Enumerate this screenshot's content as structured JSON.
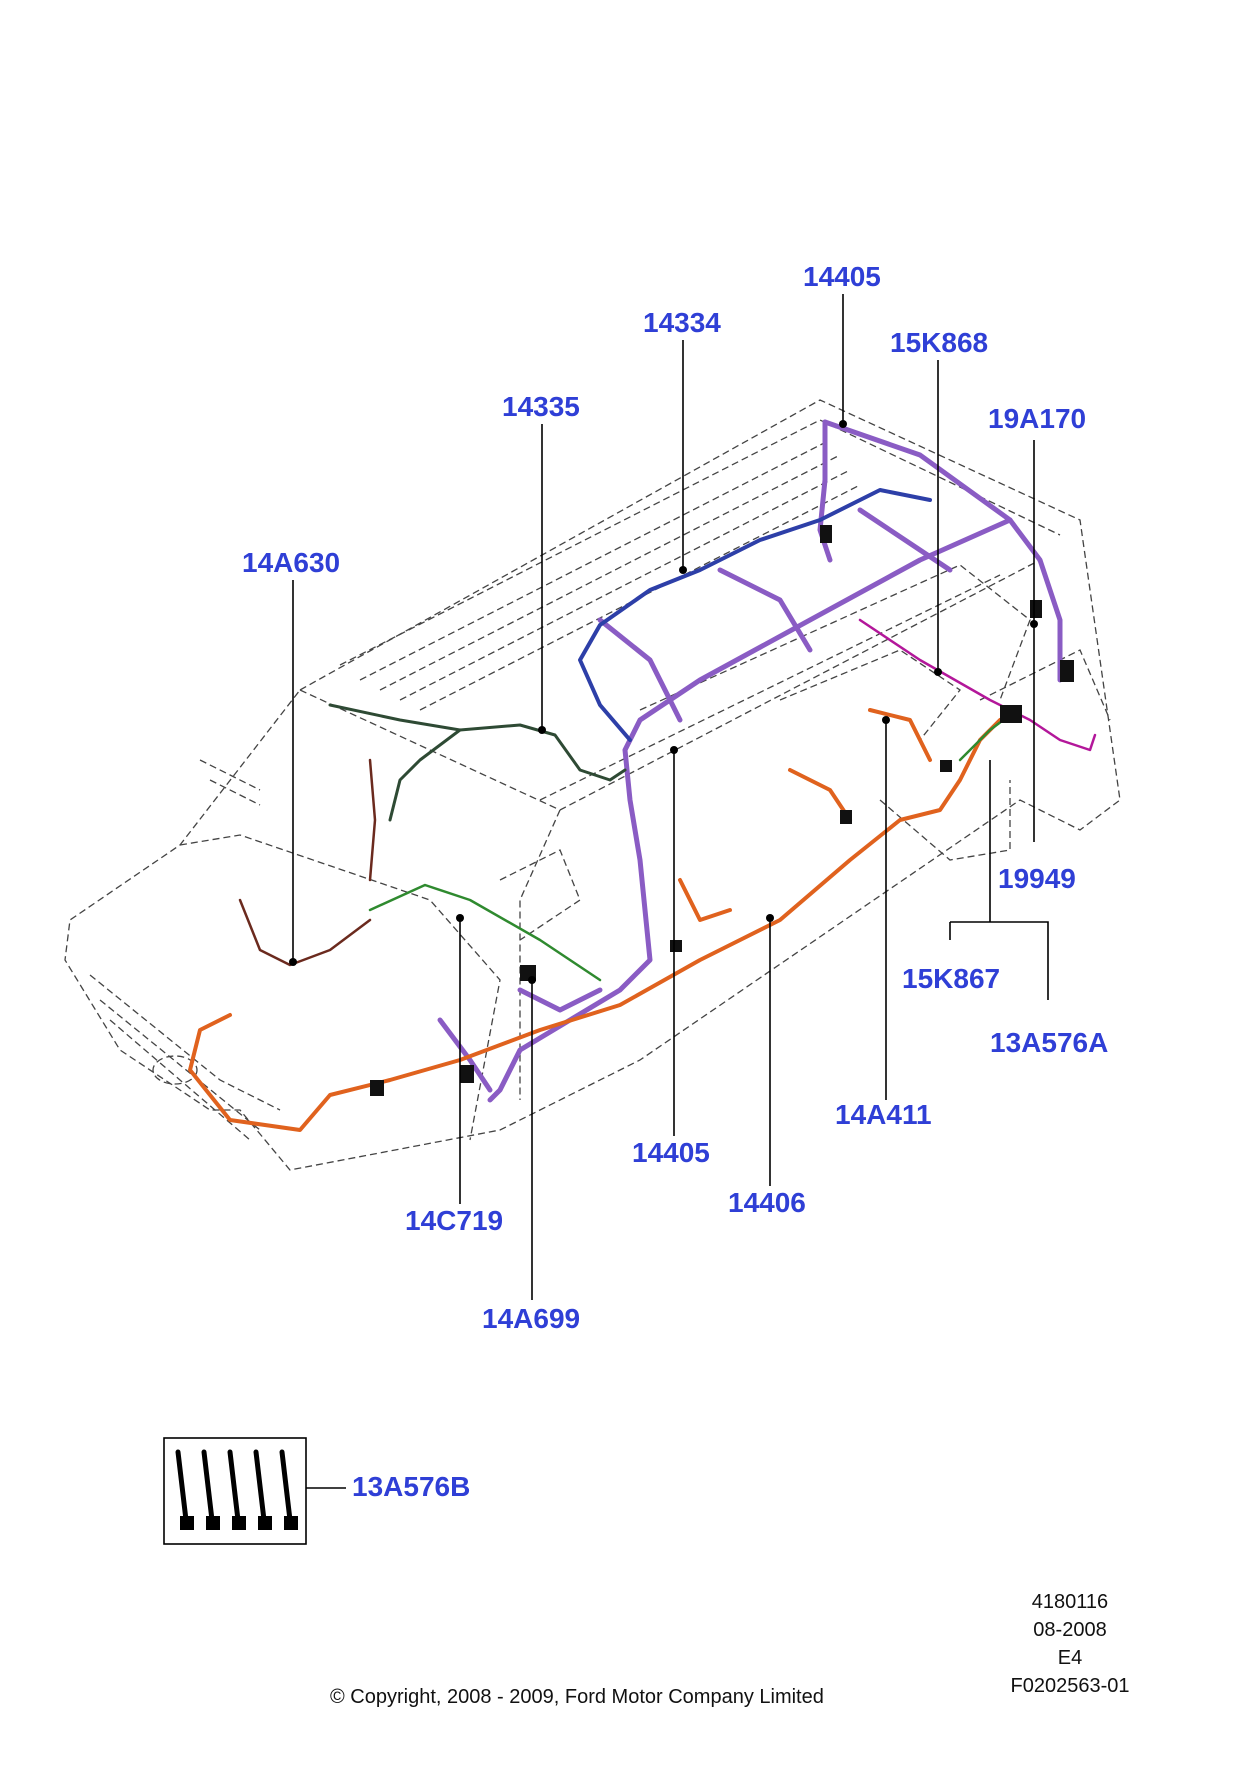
{
  "callouts": {
    "c14405_top": "14405",
    "c14334": "14334",
    "c15K868": "15K868",
    "c14335": "14335",
    "c19A170": "19A170",
    "c14A630": "14A630",
    "c19949": "19949",
    "c15K867": "15K867",
    "c13A576A": "13A576A",
    "c14A411": "14A411",
    "c14405_bottom": "14405",
    "c14406": "14406",
    "c14C719": "14C719",
    "c14A699": "14A699",
    "c13A576B": "13A576B"
  },
  "footer": {
    "ref_number": "4180116",
    "date": "08-2008",
    "code": "E4",
    "figure_id": "F0202563-01",
    "copyright": "© Copyright, 2008 - 2009, Ford Motor Company Limited"
  },
  "colors": {
    "callout_text": "#2f3fd6",
    "harness_purple": "#8a5cc4",
    "harness_blue": "#2d3fa8",
    "harness_orange": "#e0621e",
    "harness_green": "#2f8a2f",
    "harness_darkgreen": "#2e4a34",
    "harness_brown": "#6b2a1e",
    "harness_magenta": "#b3179a"
  }
}
